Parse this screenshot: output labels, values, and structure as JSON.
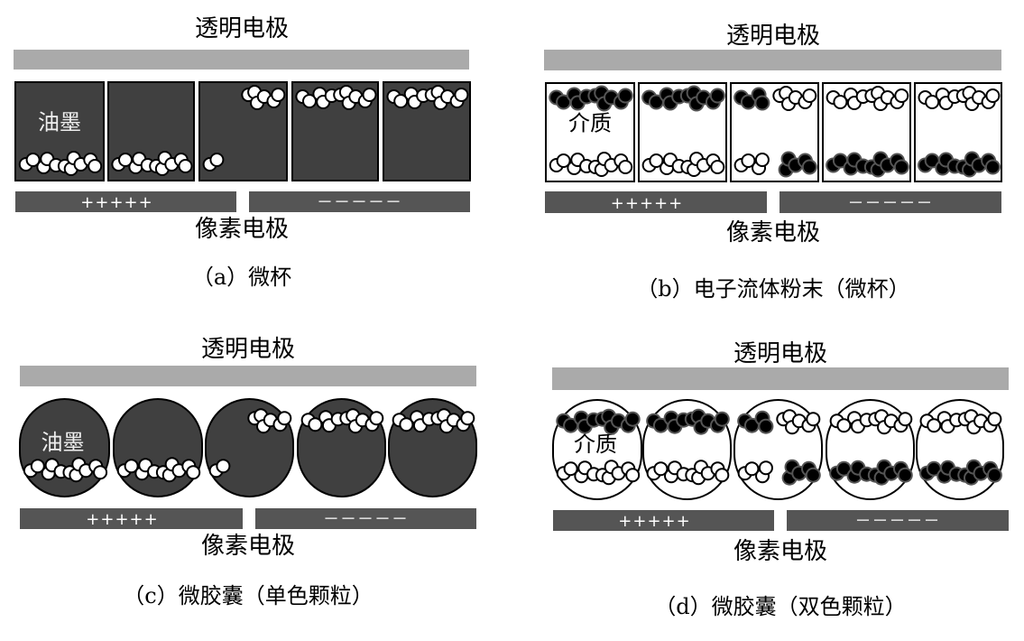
{
  "panels": [
    {
      "id": "a",
      "top_label": "透明电极",
      "bottom_label": "像素电极",
      "caption": "（a）微杯",
      "cell_label": "油墨",
      "pos_sign": "+++++",
      "neg_sign": "－－－－－"
    },
    {
      "id": "b",
      "top_label": "透明电极",
      "bottom_label": "像素电极",
      "caption": "（b）电子流体粉末（微杯）",
      "cell_label": "介质",
      "pos_sign": "+++++",
      "neg_sign": "－－－－－"
    },
    {
      "id": "c",
      "top_label": "透明电极",
      "bottom_label": "像素电极",
      "caption": "（c）微胶囊（单色颗粒）",
      "cell_label": "油墨",
      "pos_sign": "+++++",
      "neg_sign": "－－－－－"
    },
    {
      "id": "d",
      "top_label": "透明电极",
      "bottom_label": "像素电极",
      "caption": "（d）微胶囊（双色颗粒）",
      "cell_label": "介质",
      "pos_sign": "+++++",
      "neg_sign": "－－－－－"
    }
  ],
  "colors": {
    "electrode_top": "#aaaaaa",
    "electrode_pixel": "#555555",
    "ink": "#404040",
    "particle_white": "#ffffff",
    "particle_black": "#000000"
  }
}
